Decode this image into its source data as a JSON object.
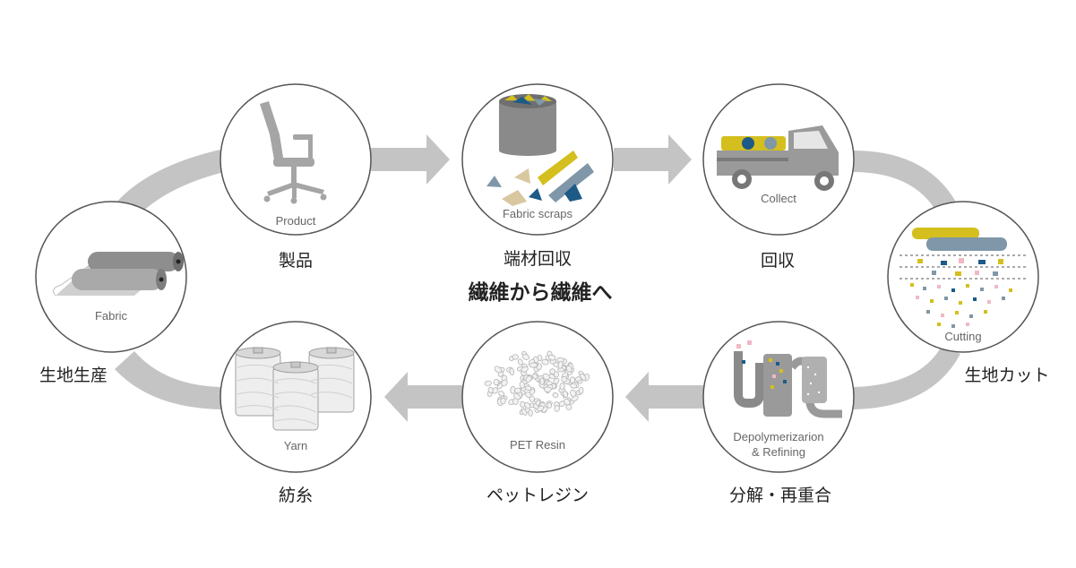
{
  "title": "繊維から繊維へ",
  "nodes": {
    "fabric": {
      "caption": "Fabric",
      "label": "生地生産"
    },
    "product": {
      "caption": "Product",
      "label": "製品"
    },
    "scraps": {
      "caption": "Fabric scraps",
      "label": "端材回収"
    },
    "collect": {
      "caption": "Collect",
      "label": "回収"
    },
    "cutting": {
      "caption": "Cutting",
      "label": "生地カット"
    },
    "depoly": {
      "caption_line1": "Depolymerizarion",
      "caption_line2": "& Refining",
      "label": "分解・再重合"
    },
    "resin": {
      "caption": "PET Resin",
      "label": "ペットレジン"
    },
    "yarn": {
      "caption": "Yarn",
      "label": "紡糸"
    }
  },
  "colors": {
    "arrow": "#c4c4c4",
    "circle_border": "#555555",
    "yellow": "#d4bf1e",
    "blue_gray": "#7f97a8",
    "navy": "#1d5a87",
    "gray": "#8a8a8a",
    "light_gray": "#d8d8d8",
    "pink": "#f0b8c4"
  }
}
